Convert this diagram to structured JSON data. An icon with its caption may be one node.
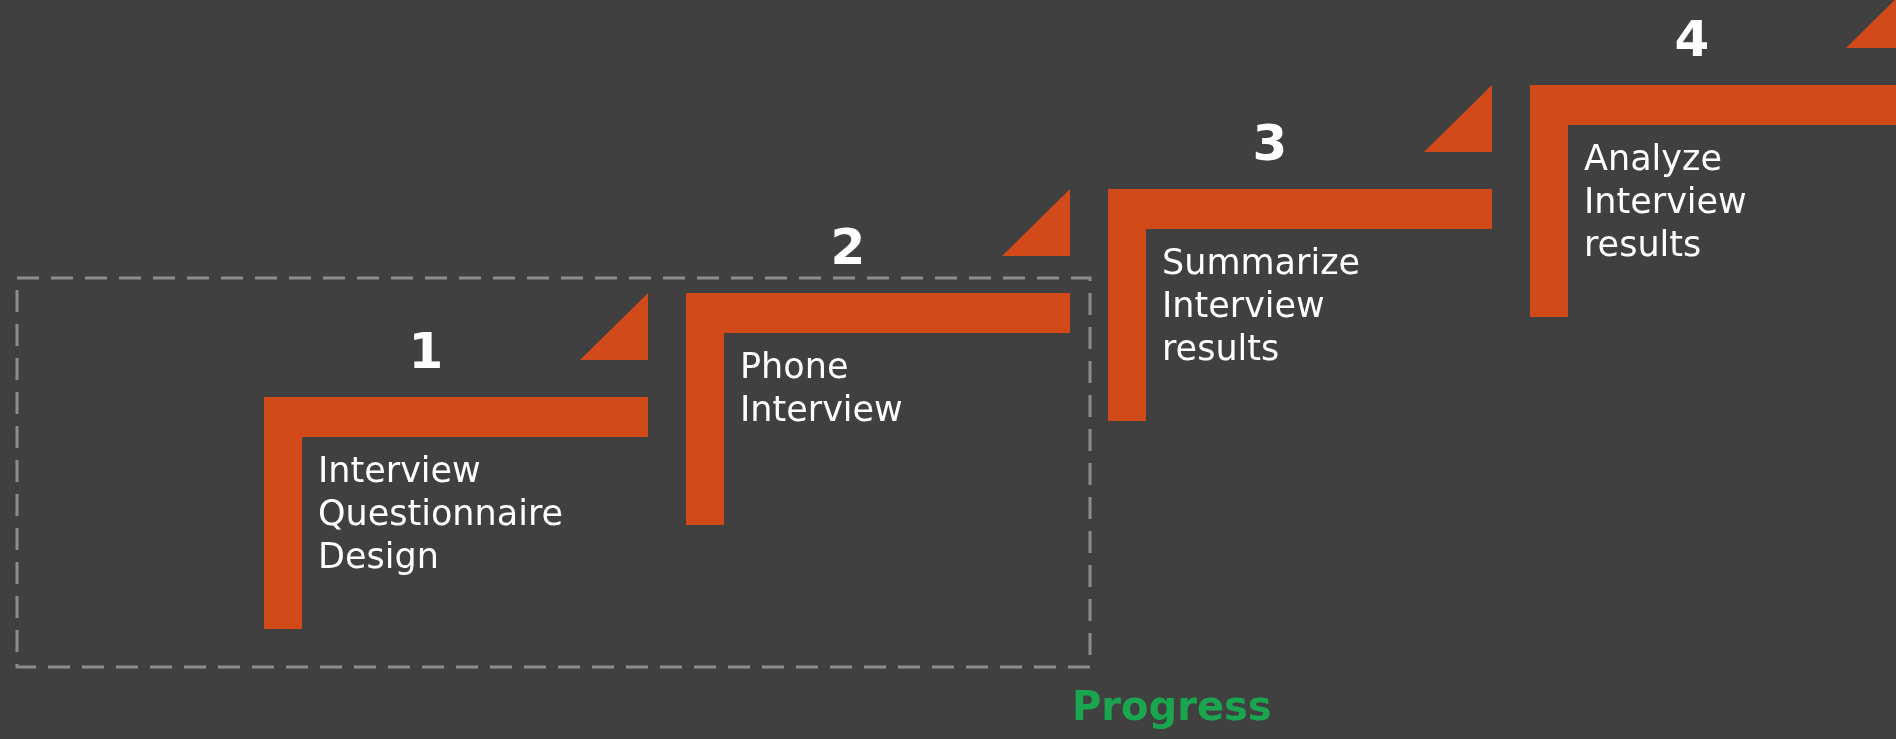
{
  "diagram": {
    "nodes": [
      {
        "text": [
          "Progress"
        ]
      },
      {
        "text": [
          "1",
          "Interview Questionnaire Design"
        ],
        "in": 0
      },
      {
        "text": [
          "2",
          "Phone Interview"
        ],
        "in": 0
      },
      {
        "text": [
          "3",
          "Summarize Interview results"
        ]
      },
      {
        "text": [
          "4",
          "Analyze Interview results"
        ]
      }
    ],
    "edges": []
  }
}
